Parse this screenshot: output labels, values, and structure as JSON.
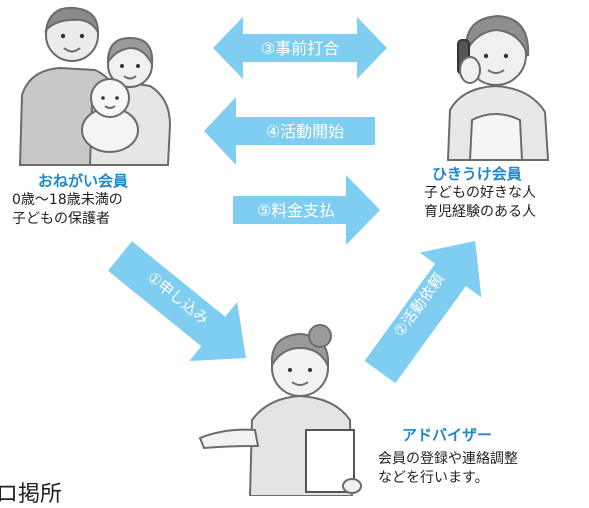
{
  "colors": {
    "arrow": "#7fcdf0",
    "title": "#1e88c9",
    "text": "#222222",
    "figure_fill": "#d9d9d9",
    "figure_stroke": "#6b6b6b"
  },
  "roles": {
    "requester": {
      "title": "おねがい会員",
      "lines": [
        "0歳〜18歳未満の",
        "子どもの保護者"
      ]
    },
    "helper": {
      "title": "ひきうけ会員",
      "lines": [
        "子どもの好きな人",
        "育児経験のある人"
      ]
    },
    "advisor": {
      "title": "アドバイザー",
      "lines": [
        "会員の登録や連絡調整",
        "などを行います。"
      ]
    }
  },
  "steps": {
    "step1": "①申し込み",
    "step2": "②活動依頼",
    "step3": "③事前打合",
    "step4": "④活動開始",
    "step5": "⑤料金支払"
  },
  "footer_fragment": "ロ掲所"
}
